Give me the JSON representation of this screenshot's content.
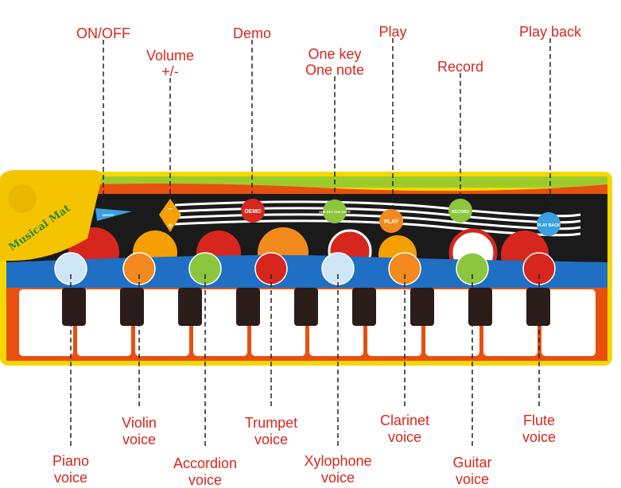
{
  "top_labels": [
    {
      "id": "on-off",
      "lines": [
        "ON/OFF"
      ]
    },
    {
      "id": "volume",
      "lines": [
        "Volume",
        "+/-"
      ]
    },
    {
      "id": "demo",
      "lines": [
        "Demo"
      ]
    },
    {
      "id": "one-key",
      "lines": [
        "One key",
        "One note"
      ]
    },
    {
      "id": "play",
      "lines": [
        "Play"
      ]
    },
    {
      "id": "record",
      "lines": [
        "Record"
      ]
    },
    {
      "id": "play-back",
      "lines": [
        "Play back"
      ]
    }
  ],
  "bottom_labels": [
    {
      "id": "piano",
      "lines": [
        "Piano",
        "voice"
      ]
    },
    {
      "id": "violin",
      "lines": [
        "Violin",
        "voice"
      ]
    },
    {
      "id": "accordion",
      "lines": [
        "Accordion",
        "voice"
      ]
    },
    {
      "id": "trumpet",
      "lines": [
        "Trumpet",
        "voice"
      ]
    },
    {
      "id": "xylophone",
      "lines": [
        "Xylophone",
        "voice"
      ]
    },
    {
      "id": "clarinet",
      "lines": [
        "Clarinet",
        "voice"
      ]
    },
    {
      "id": "guitar",
      "lines": [
        "Guitar",
        "voice"
      ]
    },
    {
      "id": "flute",
      "lines": [
        "Flute",
        "voice"
      ]
    }
  ],
  "mat": {
    "brand": "Musical Mat",
    "buttons": {
      "on_off": "ON/OFF",
      "demo": "DEMO",
      "one_key": "ONE KEY ONE NOTE",
      "play": "PLAY",
      "record": "RECORD",
      "play_back": "PLAY BACK"
    },
    "white_keys": 10,
    "black_keys": 9
  },
  "colors": {
    "label": "#d7261e",
    "border": "#f5d800",
    "frame": "#e8500f",
    "band": "#1f6fc4",
    "background": "#1a1a1a"
  }
}
